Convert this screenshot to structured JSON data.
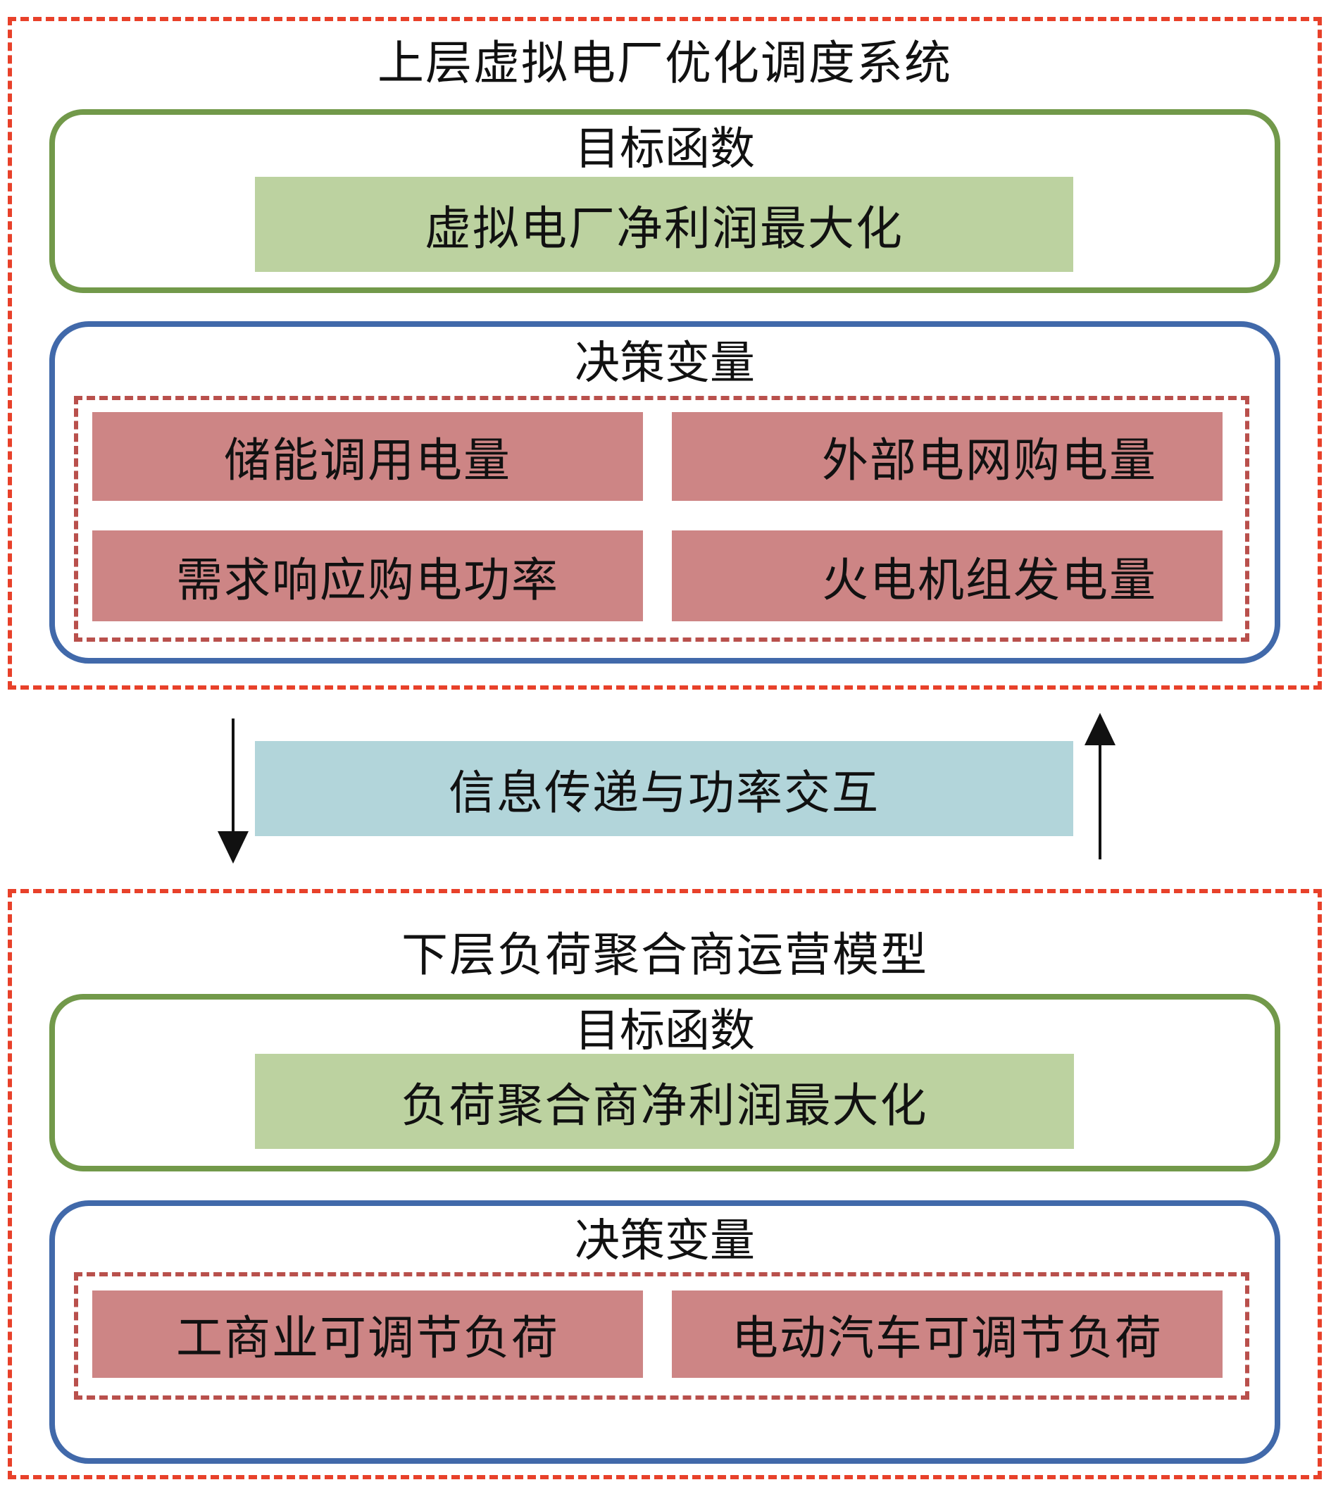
{
  "upper_system": {
    "title": "上层虚拟电厂优化调度系统",
    "objective": {
      "heading": "目标函数",
      "content": "虚拟电厂净利润最大化"
    },
    "decision_variables": {
      "heading": "决策变量",
      "items": [
        "储能调用电量",
        "外部电网购电量",
        "需求响应购电功率",
        "火电机组发电量"
      ]
    }
  },
  "interaction": {
    "label": "信息传递与功率交互",
    "down_arrow": "arrow-down-icon",
    "up_arrow": "arrow-up-icon"
  },
  "lower_system": {
    "title": "下层负荷聚合商运营模型",
    "objective": {
      "heading": "目标函数",
      "content": "负荷聚合商净利润最大化"
    },
    "decision_variables": {
      "heading": "决策变量",
      "items": [
        "工商业可调节负荷",
        "电动汽车可调节负荷"
      ]
    }
  },
  "colors": {
    "outer_dash": "#e8412a",
    "objective_border": "#72994a",
    "objective_fill": "#bcd2a0",
    "variables_border": "#4169aa",
    "variables_dash": "#b9504c",
    "variable_fill": "#cd8585",
    "interaction_fill": "#b2d5da"
  }
}
